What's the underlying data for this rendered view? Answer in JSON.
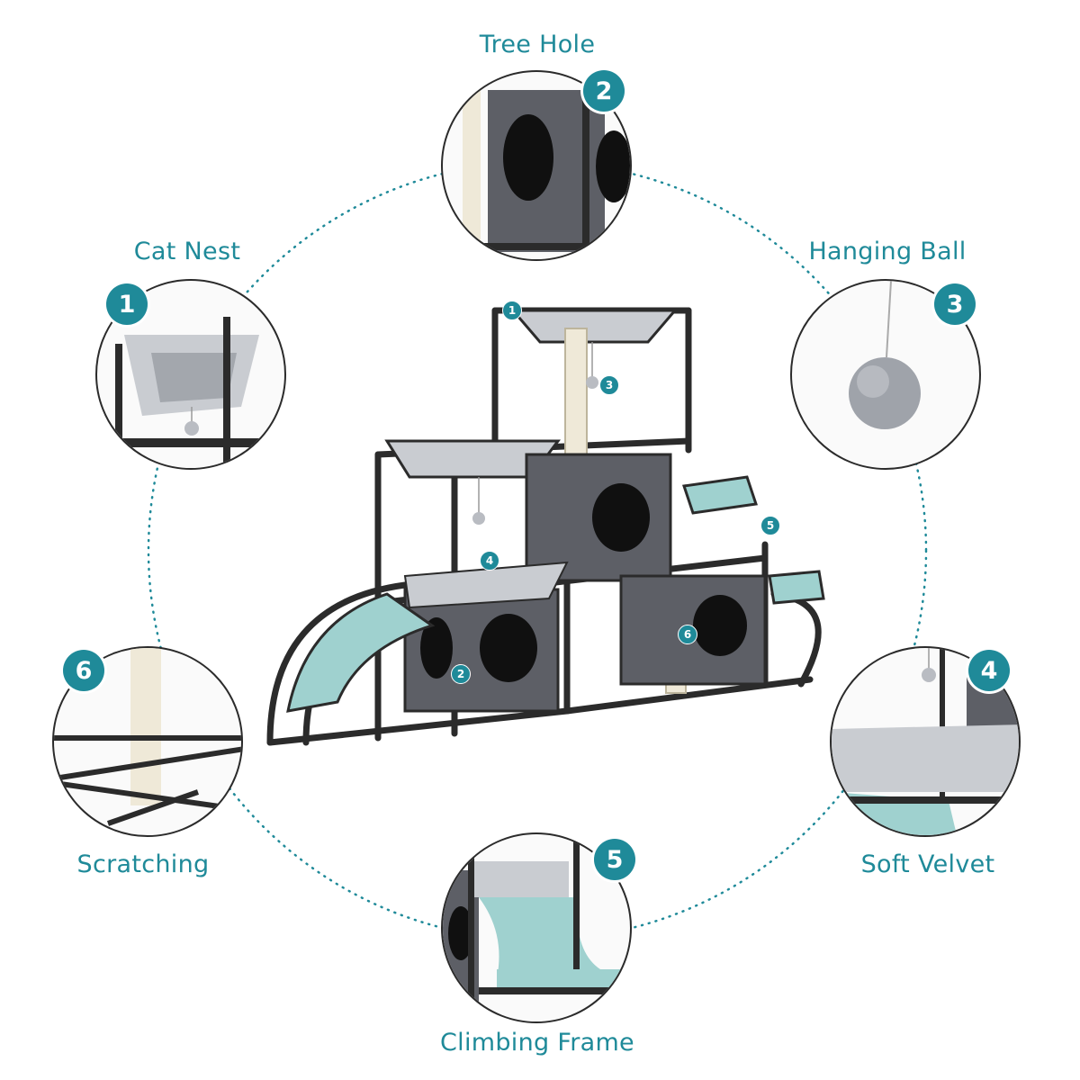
{
  "features": [
    {
      "number": "1",
      "label": "Cat Nest",
      "icon": "cat-nest-icon"
    },
    {
      "number": "2",
      "label": "Tree Hole",
      "icon": "tree-hole-icon"
    },
    {
      "number": "3",
      "label": "Hanging Ball",
      "icon": "hanging-ball-icon"
    },
    {
      "number": "4",
      "label": "Soft Velvet",
      "icon": "soft-velvet-icon"
    },
    {
      "number": "5",
      "label": "Climbing Frame",
      "icon": "climbing-frame-icon"
    },
    {
      "number": "6",
      "label": "Scratching",
      "icon": "scratching-icon"
    }
  ],
  "colors": {
    "accent": "#1f8a99",
    "frame": "#2b2b2b",
    "fabric": "#5d5f66",
    "plush": "#c9ccd1",
    "mint": "#9fd1cf",
    "sisal": "#efe9d8"
  }
}
